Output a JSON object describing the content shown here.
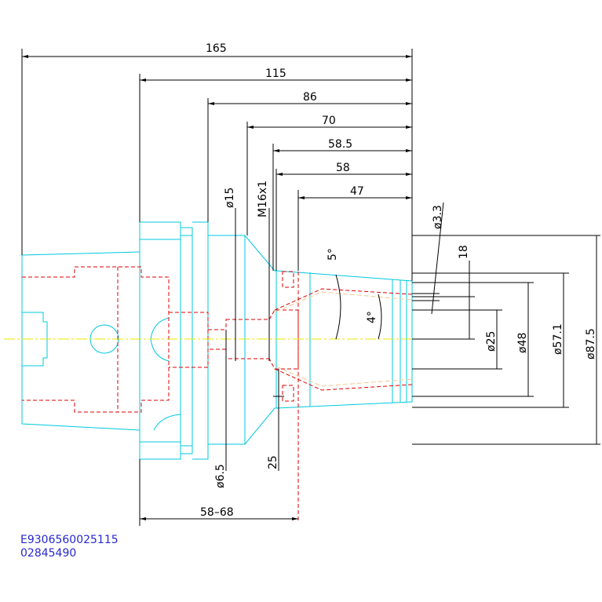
{
  "drawing": {
    "dimensions": {
      "len_165": "165",
      "len_115": "115",
      "len_86": "86",
      "len_70": "70",
      "len_58_5": "58.5",
      "len_58": "58",
      "len_47": "47",
      "len_58_68": "58–68",
      "len_25": "25",
      "len_18": "18",
      "dia_15": "ø15",
      "thread_m16": "M16x1",
      "dia_3_3": "ø3.3",
      "dia_6_5": "ø6.5",
      "dia_25": "ø25",
      "dia_48": "ø48",
      "dia_57_1": "ø57.1",
      "dia_87_5": "ø87.5",
      "angle_5": "5°",
      "angle_4": "4°"
    },
    "colors": {
      "part_outline": "#00c8e0",
      "hidden_lines": "#e00000",
      "centerline": "#e8e800",
      "dimensions": "#000000",
      "code_text": "#2828d0"
    }
  },
  "codes": {
    "line1": "E9306560025115",
    "line2": "02845490"
  }
}
